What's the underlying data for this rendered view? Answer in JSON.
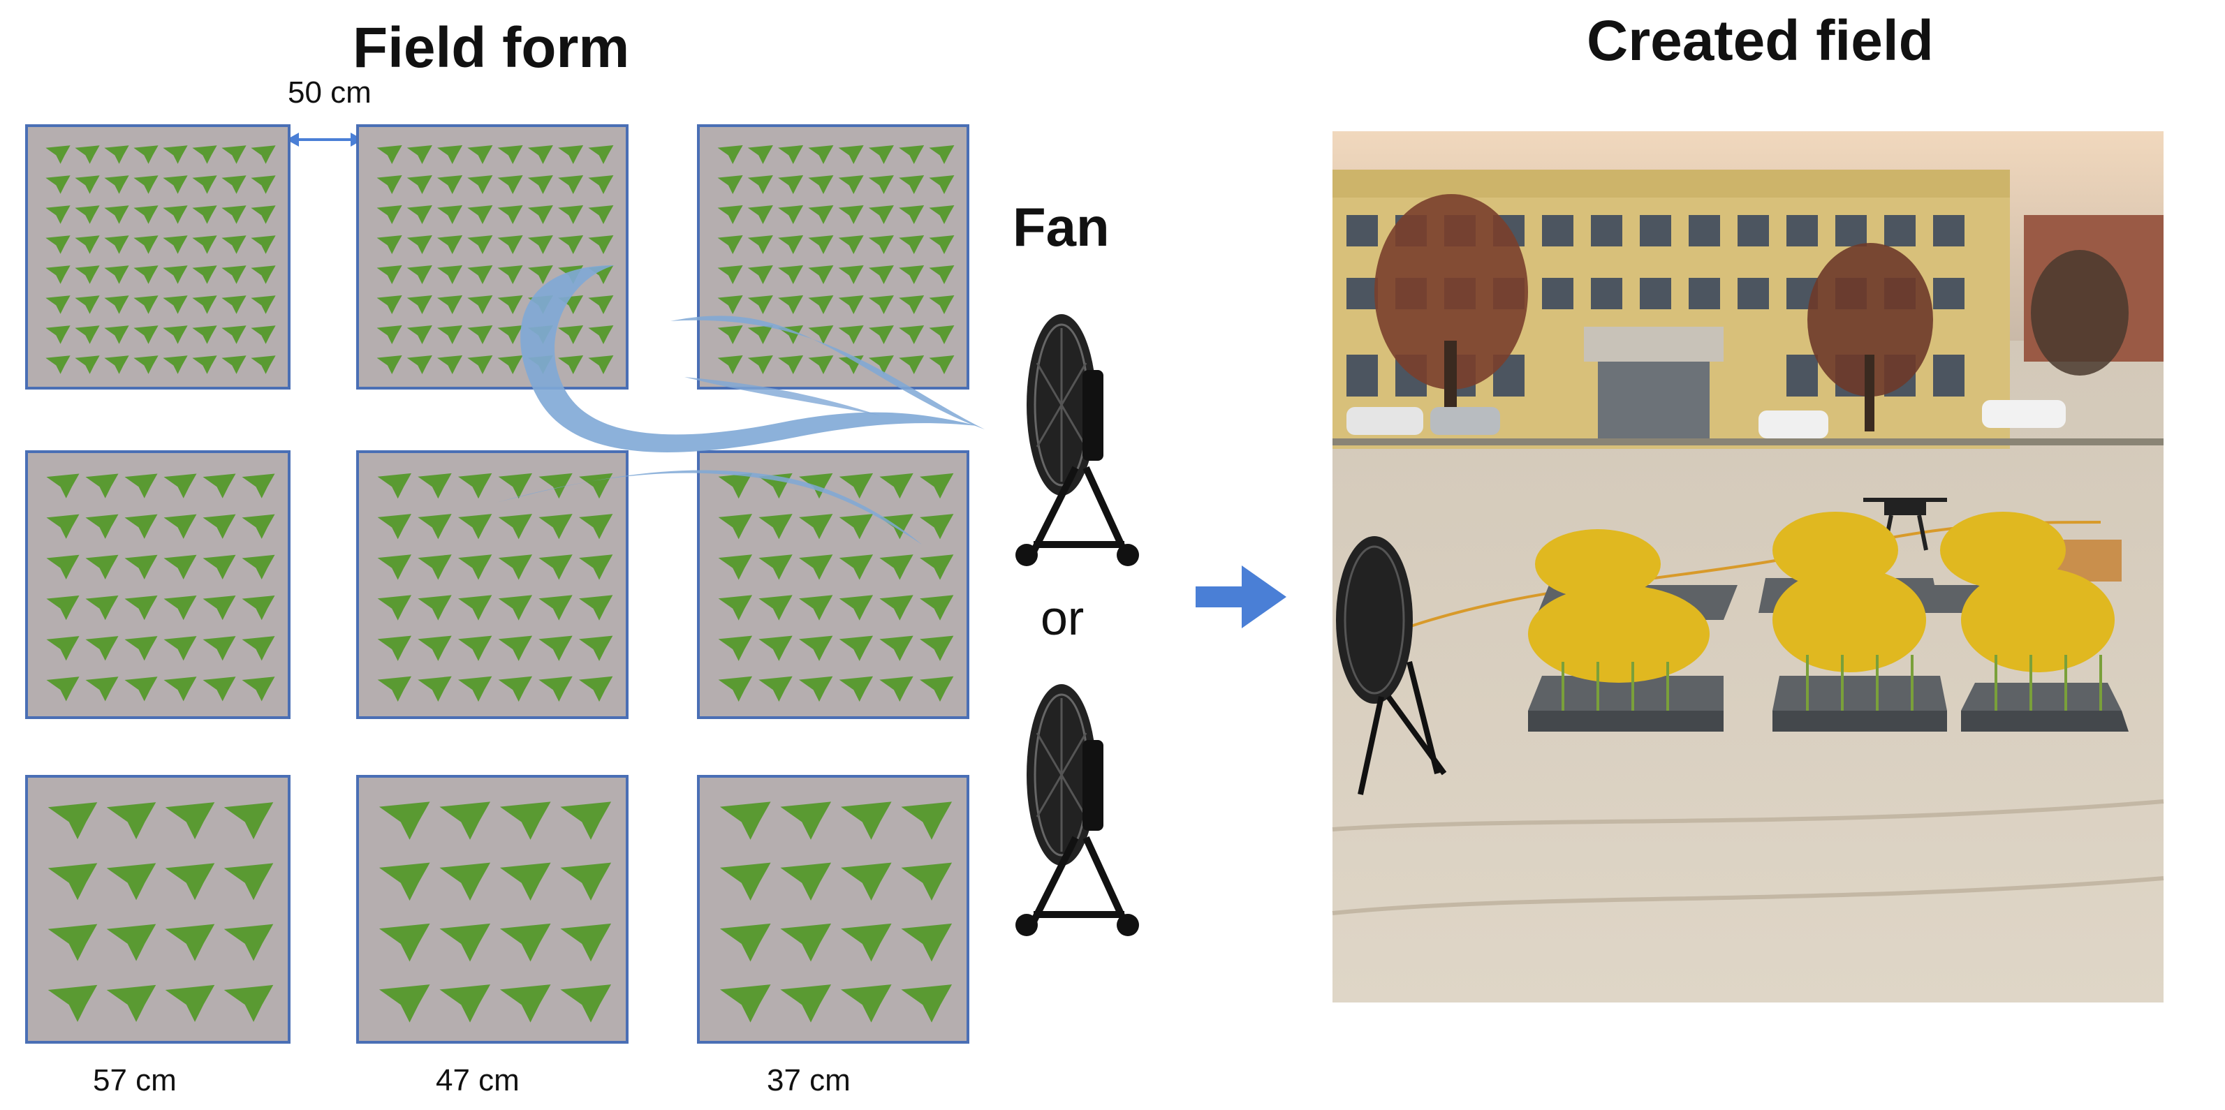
{
  "diagram": {
    "left_title": "Field form",
    "right_title": "Created field",
    "spacing_label": "50 cm",
    "fan_label": "Fan",
    "or_label": "or",
    "row_spacings": [
      "57 cm",
      "47 cm",
      "37 cm"
    ],
    "plant_columns_per_row": [
      8,
      6,
      4
    ],
    "plant_rows_per_row": [
      8,
      6,
      4
    ],
    "colors": {
      "plot_fill": "#b5aeaf",
      "plot_border": "#4a6fb5",
      "plant": "#5a9a32",
      "wind": "#7fa8d6",
      "arrow": "#4a7fd6"
    }
  }
}
